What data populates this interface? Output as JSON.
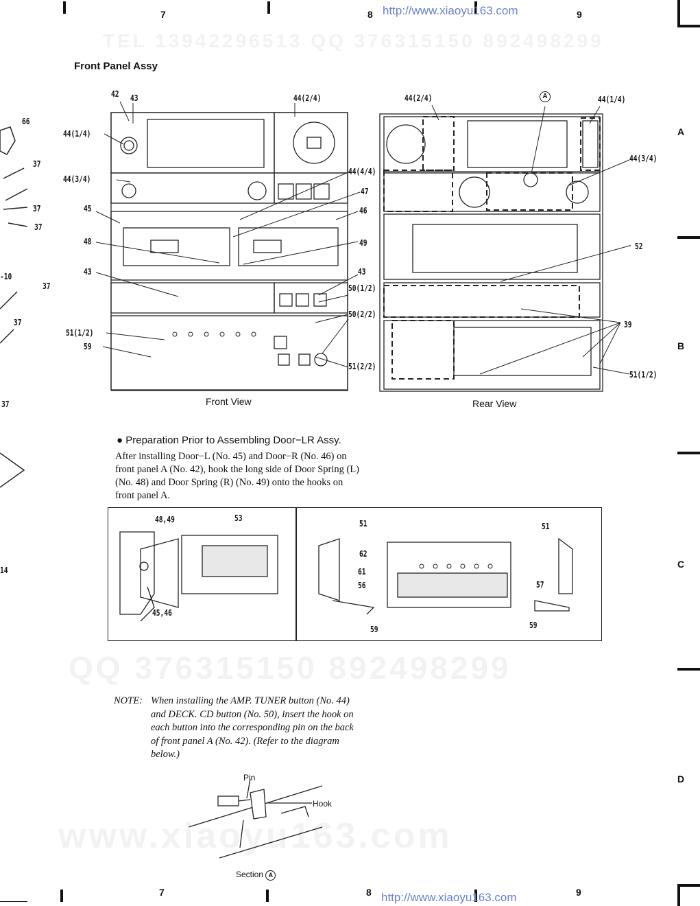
{
  "header": {
    "pages": [
      "7",
      "8",
      "9"
    ],
    "url": "http://www.xiaoyu163.com"
  },
  "footer": {
    "pages": [
      "7",
      "8",
      "9"
    ],
    "url": "http://www.xiaoyu163.com"
  },
  "side_letters": [
    "A",
    "B",
    "C",
    "D"
  ],
  "watermarks": [
    "QQ 376315150  892498299",
    "TEL 13942296513  QQ 376315150  892498299",
    "www.xiaoyu163.com"
  ],
  "section_title": "Front Panel Assy",
  "front_view": {
    "caption": "Front View",
    "callouts": [
      "42",
      "43",
      "44(1/4)",
      "44(3/4)",
      "45",
      "48",
      "43",
      "51(1/2)",
      "59",
      "44(2/4)",
      "44(4/4)",
      "47",
      "46",
      "49",
      "43",
      "50(1/2)",
      "50(2/2)",
      "51(2/2)"
    ]
  },
  "rear_view": {
    "caption": "Rear View",
    "callouts": [
      "44(2/4)",
      "A",
      "44(1/4)",
      "44(3/4)",
      "52",
      "39",
      "51(1/2)"
    ]
  },
  "left_margin_callouts": [
    "66",
    "37",
    "37",
    "37",
    "-10",
    "37",
    "37",
    "37",
    "14"
  ],
  "preparation": {
    "heading": "Preparation Prior to Assembling Door−LR Assy.",
    "lines": [
      "After installing Door−L (No. 45) and Door−R (No. 46) on",
      "front panel A (No. 42), hook the long side of Door Spring (L)",
      "(No. 48) and Door Spring (R) (No. 49) onto the hooks on",
      "front panel A."
    ]
  },
  "detail_left": {
    "callouts": [
      "48,49",
      "53",
      "45,46"
    ]
  },
  "detail_right": {
    "callouts": [
      "51",
      "62",
      "61",
      "56",
      "59",
      "51",
      "57",
      "59"
    ]
  },
  "note": {
    "prefix": "NOTE:",
    "lines": [
      "When installing the AMP. TUNER button (No. 44)",
      "and DECK. CD button (No. 50), insert the hook on",
      "each button into the corresponding pin on the back",
      "of front panel A (No. 42). (Refer to the diagram",
      "below.)"
    ]
  },
  "pin_diagram": {
    "pin": "Pin",
    "hook": "Hook",
    "section": "Section",
    "section_mark": "A"
  }
}
